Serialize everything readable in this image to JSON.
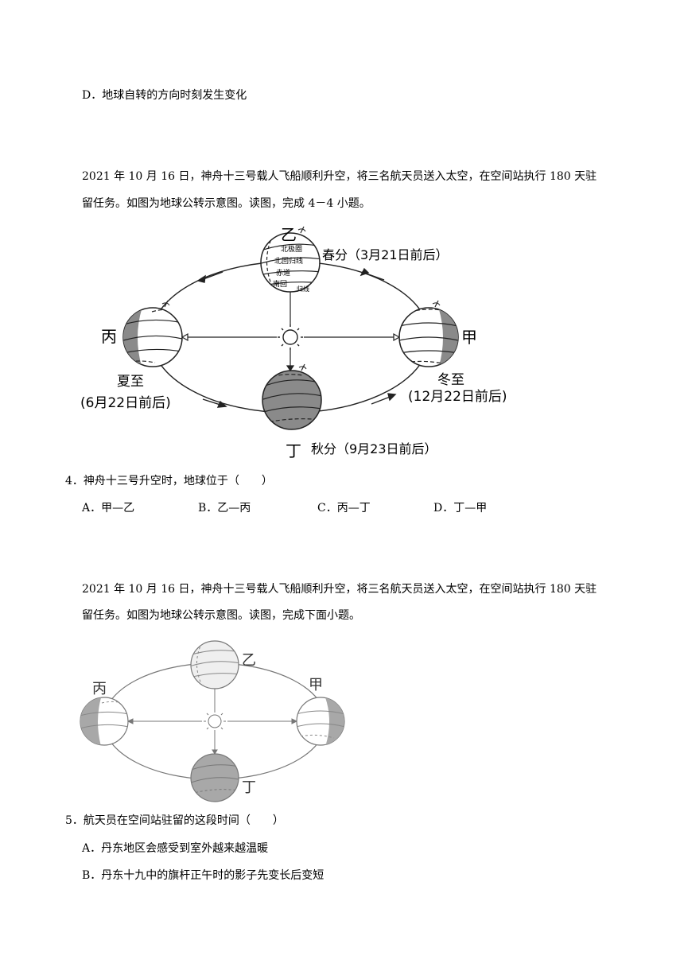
{
  "q3": {
    "option_d": "D．地球自转的方向时刻发生变化"
  },
  "passage1": {
    "line1": "2021 年 10 月 16 日，神舟十三号载人飞船顺利升空，将三名航天员送入太空，在空间站执行 180 天驻",
    "line2": "留任务。如图为地球公转示意图。读图，完成 4－4 小题。"
  },
  "figure1": {
    "labels": {
      "yi": "乙",
      "bing": "丙",
      "jia": "甲",
      "ding": "丁",
      "spring": "春分（3月21日前后）",
      "summer_title": "夏至",
      "summer_date": "(6月22日前后)",
      "winter_title": "冬至",
      "winter_date": "(12月22日前后)",
      "autumn": "秋分（9月23日前后）",
      "arctic": "北极圈",
      "tropic_n": "北回归线",
      "equator": "赤道",
      "tropic_s_a": "南回",
      "tropic_s_b": "归线"
    }
  },
  "q4": {
    "stem": "4．神舟十三号升空时，地球位于（　　）",
    "options": [
      "A．甲—乙",
      "B．乙—丙",
      "C．丙—丁",
      "D．丁—甲"
    ]
  },
  "passage2": {
    "line1": "2021 年 10 月 16 日，神舟十三号载人飞船顺利升空，将三名航天员送入太空，在空间站执行 180 天驻",
    "line2": "留任务。如图为地球公转示意图。读图，完成下面小题。"
  },
  "figure2": {
    "labels": {
      "yi": "乙",
      "bing": "丙",
      "jia": "甲",
      "ding": "丁"
    }
  },
  "q5": {
    "stem": "5．航天员在空间站驻留的这段时间（　　）",
    "option_a": "A．丹东地区会感受到室外越来越温暖",
    "option_b": "B．丹东十九中的旗杆正午时的影子先变长后变短"
  }
}
